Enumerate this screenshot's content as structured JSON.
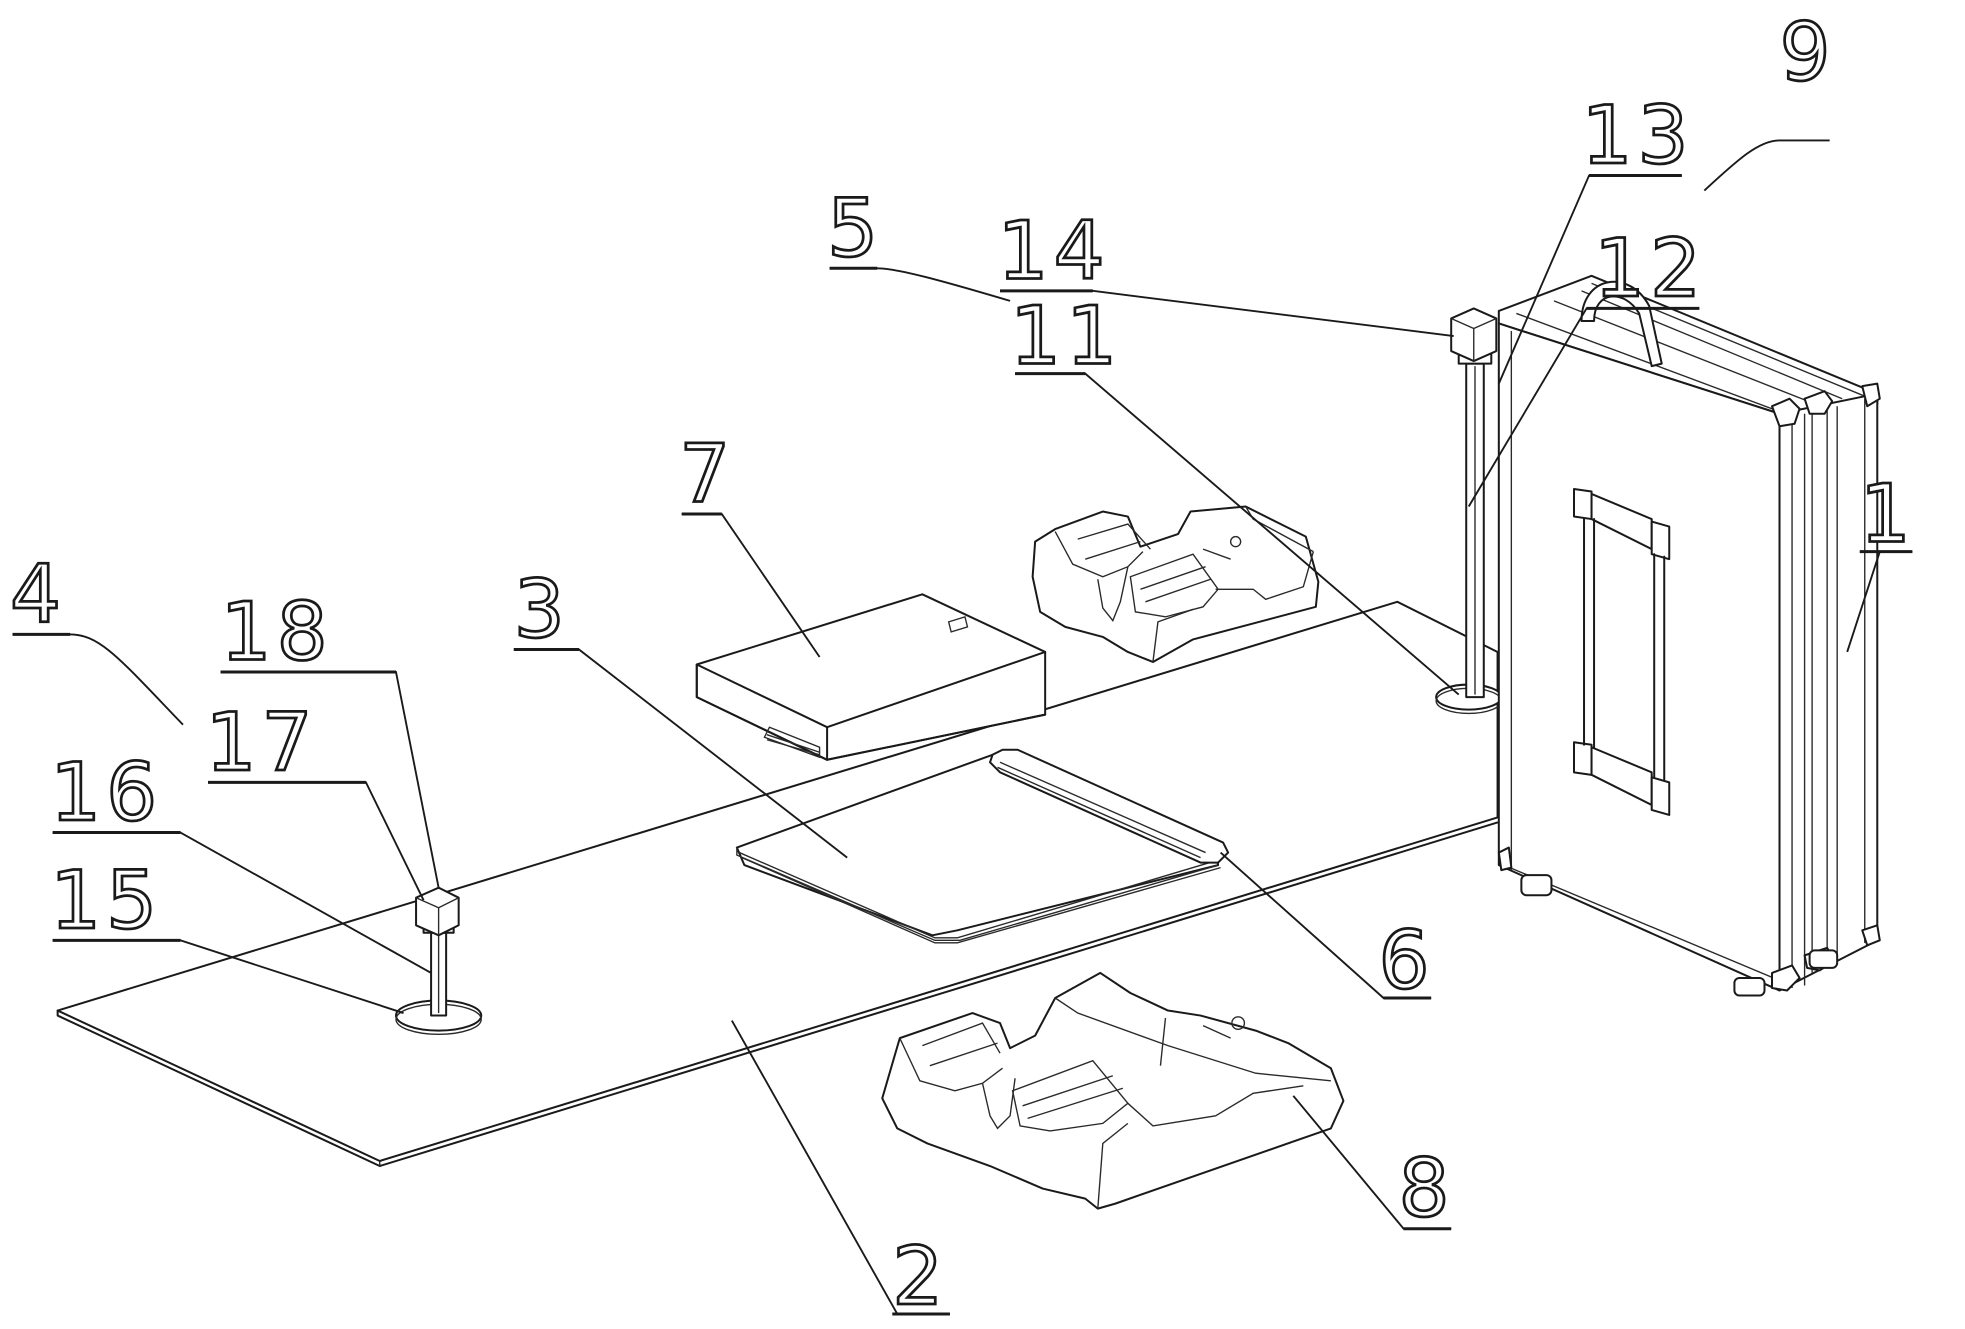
{
  "figure": {
    "callouts": [
      {
        "id": "1",
        "text": "1",
        "part": "suitcase"
      },
      {
        "id": "2",
        "text": "2",
        "part": "floor-mat"
      },
      {
        "id": "3",
        "text": "3",
        "part": "board"
      },
      {
        "id": "4",
        "text": "4",
        "part": "mat-edge"
      },
      {
        "id": "5",
        "text": "5",
        "part": "rear-sensor-post"
      },
      {
        "id": "6",
        "text": "6",
        "part": "board-bolster"
      },
      {
        "id": "7",
        "text": "7",
        "part": "storage-box"
      },
      {
        "id": "8",
        "text": "8",
        "part": "front-foot-pad"
      },
      {
        "id": "9",
        "text": "9",
        "part": "suitcase-handle"
      },
      {
        "id": "11",
        "text": "11",
        "part": "rear-post-base"
      },
      {
        "id": "12",
        "text": "12",
        "part": "rear-post-rod"
      },
      {
        "id": "13",
        "text": "13",
        "part": "rear-post-collar"
      },
      {
        "id": "14",
        "text": "14",
        "part": "rear-sensor-head"
      },
      {
        "id": "15",
        "text": "15",
        "part": "front-post-base"
      },
      {
        "id": "16",
        "text": "16",
        "part": "front-post-rod"
      },
      {
        "id": "17",
        "text": "17",
        "part": "front-post-collar"
      },
      {
        "id": "18",
        "text": "18",
        "part": "front-sensor-head"
      }
    ]
  },
  "style": {
    "line_color": "#1a1a1a",
    "background": "#ffffff"
  }
}
